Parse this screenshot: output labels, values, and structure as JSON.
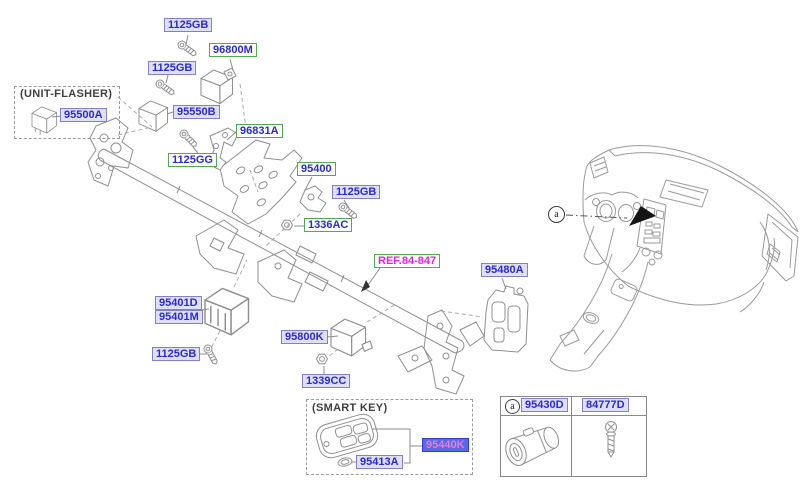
{
  "notes": {
    "unit_flasher": "(UNIT-FLASHER)",
    "smart_key": "(SMART KEY)"
  },
  "callouts": {
    "dashboard": "a",
    "legend": "a"
  },
  "labels": [
    {
      "text": "1125GB",
      "style": "plain"
    },
    {
      "text": "96800M",
      "style": "green"
    },
    {
      "text": "1125GB",
      "style": "plain"
    },
    {
      "text": "95500A",
      "style": "plain"
    },
    {
      "text": "95550B",
      "style": "plain"
    },
    {
      "text": "96831A",
      "style": "green"
    },
    {
      "text": "1125GG",
      "style": "green"
    },
    {
      "text": "95400",
      "style": "green"
    },
    {
      "text": "1125GB",
      "style": "plain"
    },
    {
      "text": "1336AC",
      "style": "green"
    },
    {
      "text": "REF.84-847",
      "style": "reference"
    },
    {
      "text": "95480A",
      "style": "plain"
    },
    {
      "text": "95401D",
      "style": "plain"
    },
    {
      "text": "95401M",
      "style": "plain"
    },
    {
      "text": "95800K",
      "style": "plain"
    },
    {
      "text": "1125GB",
      "style": "plain"
    },
    {
      "text": "1339CC",
      "style": "plain"
    },
    {
      "text": "95413A",
      "style": "plain"
    },
    {
      "text": "95440K",
      "style": "highlighted"
    },
    {
      "text": "95430D",
      "style": "plain"
    },
    {
      "text": "84777D",
      "style": "plain"
    }
  ],
  "colors": {
    "label_text": "#2b2bd0",
    "label_fill": "#dfdff6",
    "label_border": "#8080cc",
    "green_border": "#55a855",
    "magenta_text": "#e81ee8",
    "highlight_fill": "#5869e2",
    "highlight_text": "#e080e0",
    "line_art": "#8f8f8f"
  }
}
